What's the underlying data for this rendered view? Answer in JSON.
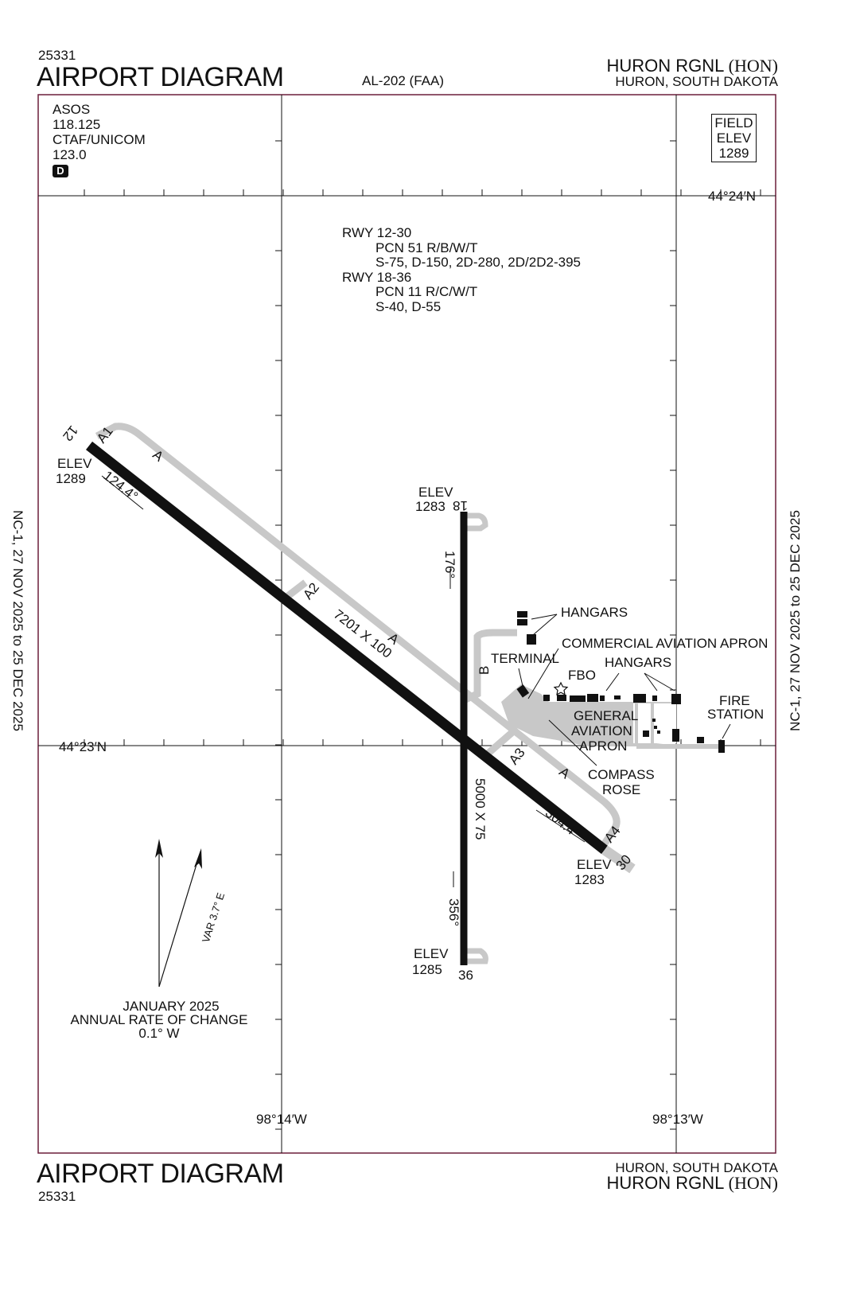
{
  "header": {
    "chart_number": "25331",
    "title": "AIRPORT DIAGRAM",
    "series": "AL-202 (FAA)",
    "airport_name": "HURON RGNL",
    "airport_id": "(HON)",
    "location": "HURON, SOUTH DAKOTA"
  },
  "footer": {
    "title": "AIRPORT DIAGRAM",
    "chart_number": "25331",
    "location": "HURON, SOUTH DAKOTA",
    "airport_name": "HURON RGNL",
    "airport_id": "(HON)"
  },
  "effective_dates": "NC-1,  27 NOV 2025  to  25 DEC 2025",
  "comms": {
    "asos_label": "ASOS",
    "asos_freq": "118.125",
    "ctaf_label": "CTAF/UNICOM",
    "ctaf_freq": "123.0",
    "badge": "D"
  },
  "field_elev": {
    "line1": "FIELD",
    "line2": "ELEV",
    "value": "1289"
  },
  "coords": {
    "lat_top": "44°24′N",
    "lat_mid": "44°23′N",
    "lon_left": "98°14′W",
    "lon_right": "98°13′W"
  },
  "runway_info": [
    "RWY 12-30",
    "PCN 51 R/B/W/T",
    "S-75, D-150, 2D-280, 2D/2D2-395",
    "RWY 18-36",
    "PCN 11 R/C/W/T",
    "S-40, D-55"
  ],
  "runways": {
    "rwy12": {
      "end": "12",
      "elev_label": "ELEV",
      "elev": "1289",
      "heading": "124.4°"
    },
    "rwy30": {
      "end": "30",
      "elev_label": "ELEV",
      "elev": "1283",
      "heading": "304.4°"
    },
    "rwy18": {
      "end": "18",
      "elev_label": "ELEV",
      "elev": "1283",
      "heading": "176°"
    },
    "rwy36": {
      "end": "36",
      "elev_label": "ELEV",
      "elev": "1285",
      "heading": "356°"
    },
    "rwy12_30_dims": "7201 X 100",
    "rwy18_36_dims": "5000 X 75"
  },
  "taxiways": {
    "a": "A",
    "a1": "A1",
    "a2": "A2",
    "a3": "A3",
    "a4": "A4",
    "b": "B"
  },
  "facilities": {
    "hangars_1": "HANGARS",
    "commercial_apron": "COMMERCIAL AVIATION APRON",
    "terminal": "TERMINAL",
    "fbo": "FBO",
    "hangars_2": "HANGARS",
    "ga_apron_1": "GENERAL",
    "ga_apron_2": "AVIATION",
    "ga_apron_3": "APRON",
    "compass_1": "COMPASS",
    "compass_2": "ROSE",
    "fire_1": "FIRE",
    "fire_2": "STATION"
  },
  "magvar": {
    "var": "VAR 3.7° E",
    "line1": "JANUARY 2025",
    "line2": "ANNUAL RATE OF CHANGE",
    "line3": "0.1° W"
  },
  "colors": {
    "runway": "#111111",
    "taxiway": "#c8c8c8",
    "frame": "#6b1e3a"
  }
}
